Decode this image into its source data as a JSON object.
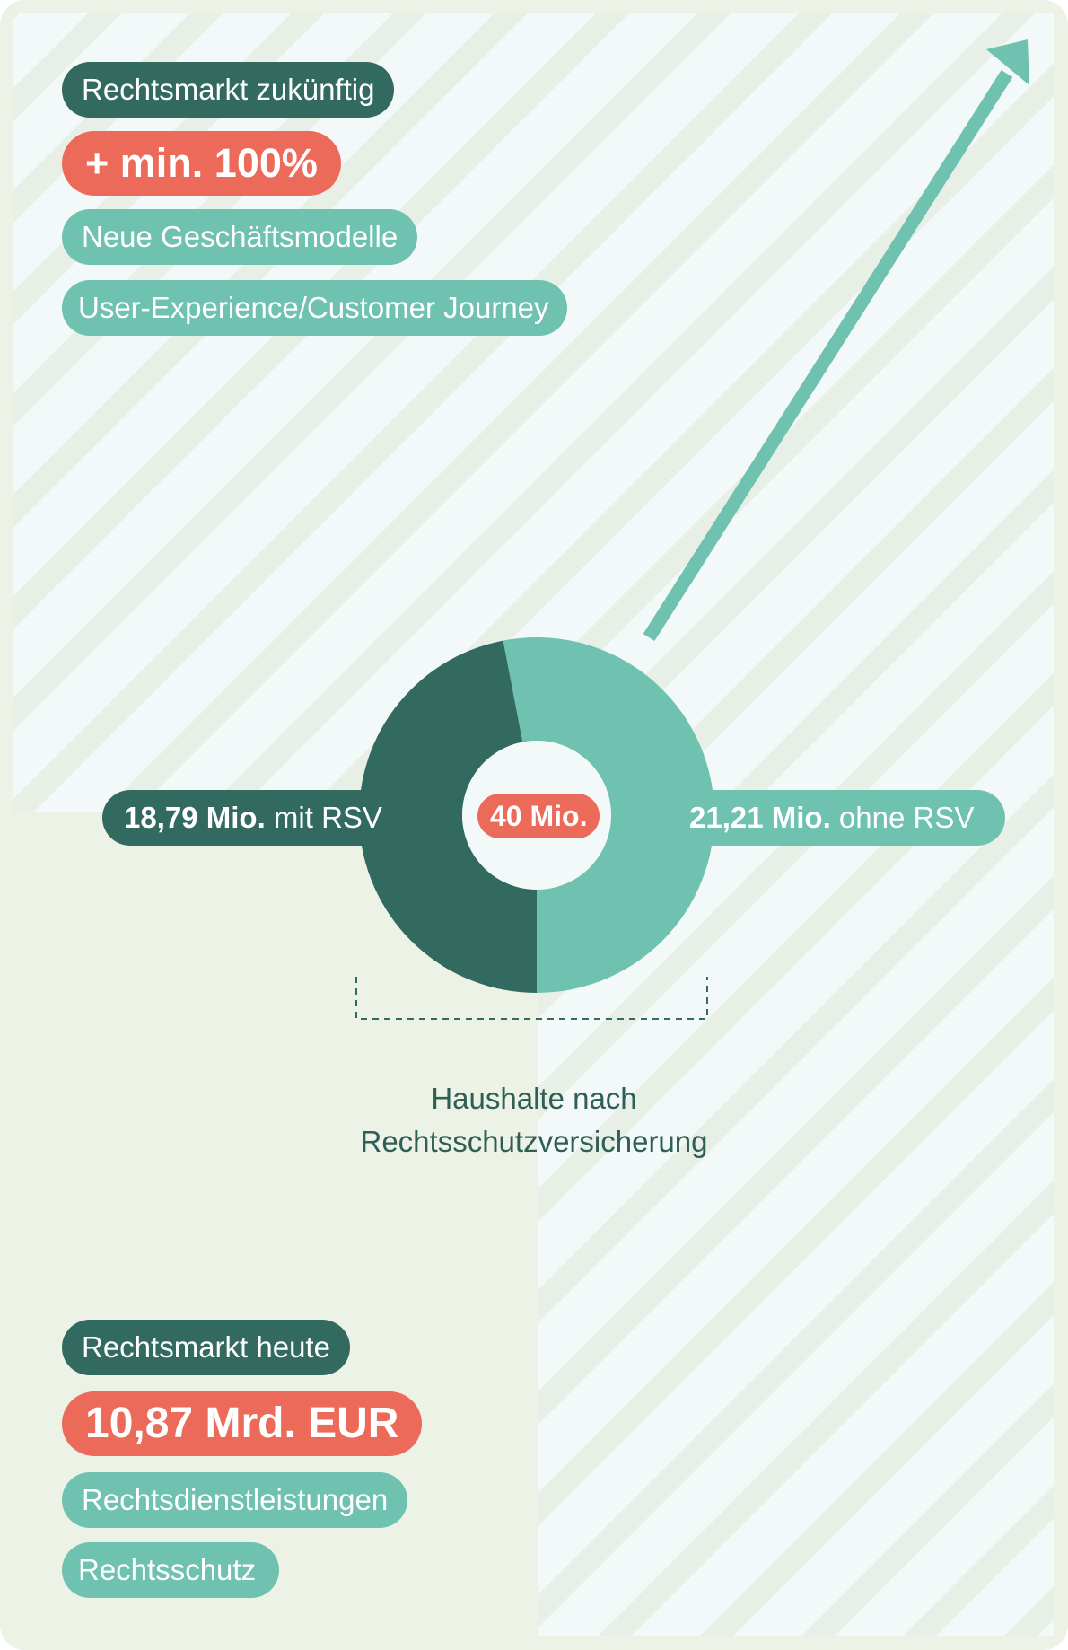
{
  "future_section": {
    "title": "Rechtsmarkt zukünftig",
    "growth": "+ min. 100%",
    "tags": [
      "Neue Geschäftsmodelle",
      "User-Experience/Customer Journey"
    ]
  },
  "today_section": {
    "title": "Rechtsmarkt heute",
    "value": "10,87 Mrd. EUR",
    "tags": [
      "Rechtsdienstleistungen",
      "Rechtsschutz"
    ]
  },
  "chart_data": {
    "type": "pie",
    "donut": true,
    "total_label": "40 Mio.",
    "title": "Haushalte nach Rechtsschutzversicherung",
    "unit": "Mio.",
    "slices": [
      {
        "label": "ohne RSV",
        "value": 21.21,
        "display_value": "21,21 Mio.",
        "color": "#6fc2af"
      },
      {
        "label": "mit RSV",
        "value": 18.79,
        "display_value": "18,79 Mio.",
        "color": "#336a60"
      }
    ]
  },
  "colors": {
    "dark": "#336a60",
    "teal": "#6fc2af",
    "red": "#ec6a5a",
    "background": "#ecf2e6",
    "panel": "#f3f8f9"
  },
  "icons": [
    "growth-arrow-icon"
  ]
}
